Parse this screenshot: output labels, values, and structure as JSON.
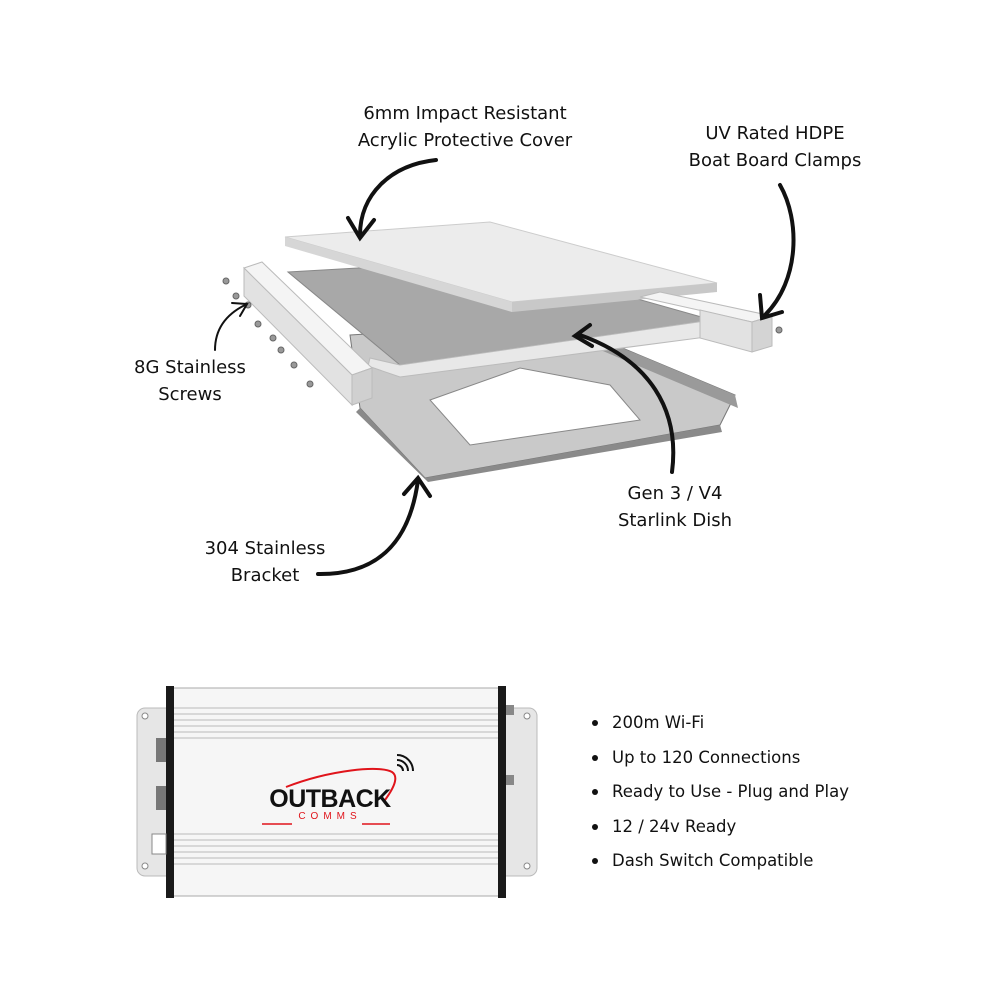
{
  "labels": {
    "cover": [
      "6mm Impact Resistant",
      "Acrylic Protective Cover"
    ],
    "clamps": [
      "UV Rated HDPE",
      "Boat Board Clamps"
    ],
    "screws": [
      "8G Stainless",
      "Screws"
    ],
    "dish": [
      "Gen 3 / V4",
      "Starlink Dish"
    ],
    "bracket": [
      "304 Stainless",
      "Bracket"
    ]
  },
  "router": {
    "logo_main": "OUTBACK",
    "logo_sub": "COMMS"
  },
  "features": [
    "200m Wi-Fi",
    "Up to 120 Connections",
    "Ready to Use - Plug and Play",
    "12 / 24v Ready",
    "Dash Switch Compatible"
  ],
  "colors": {
    "brand_red": "#e0141b",
    "text": "#111111"
  }
}
